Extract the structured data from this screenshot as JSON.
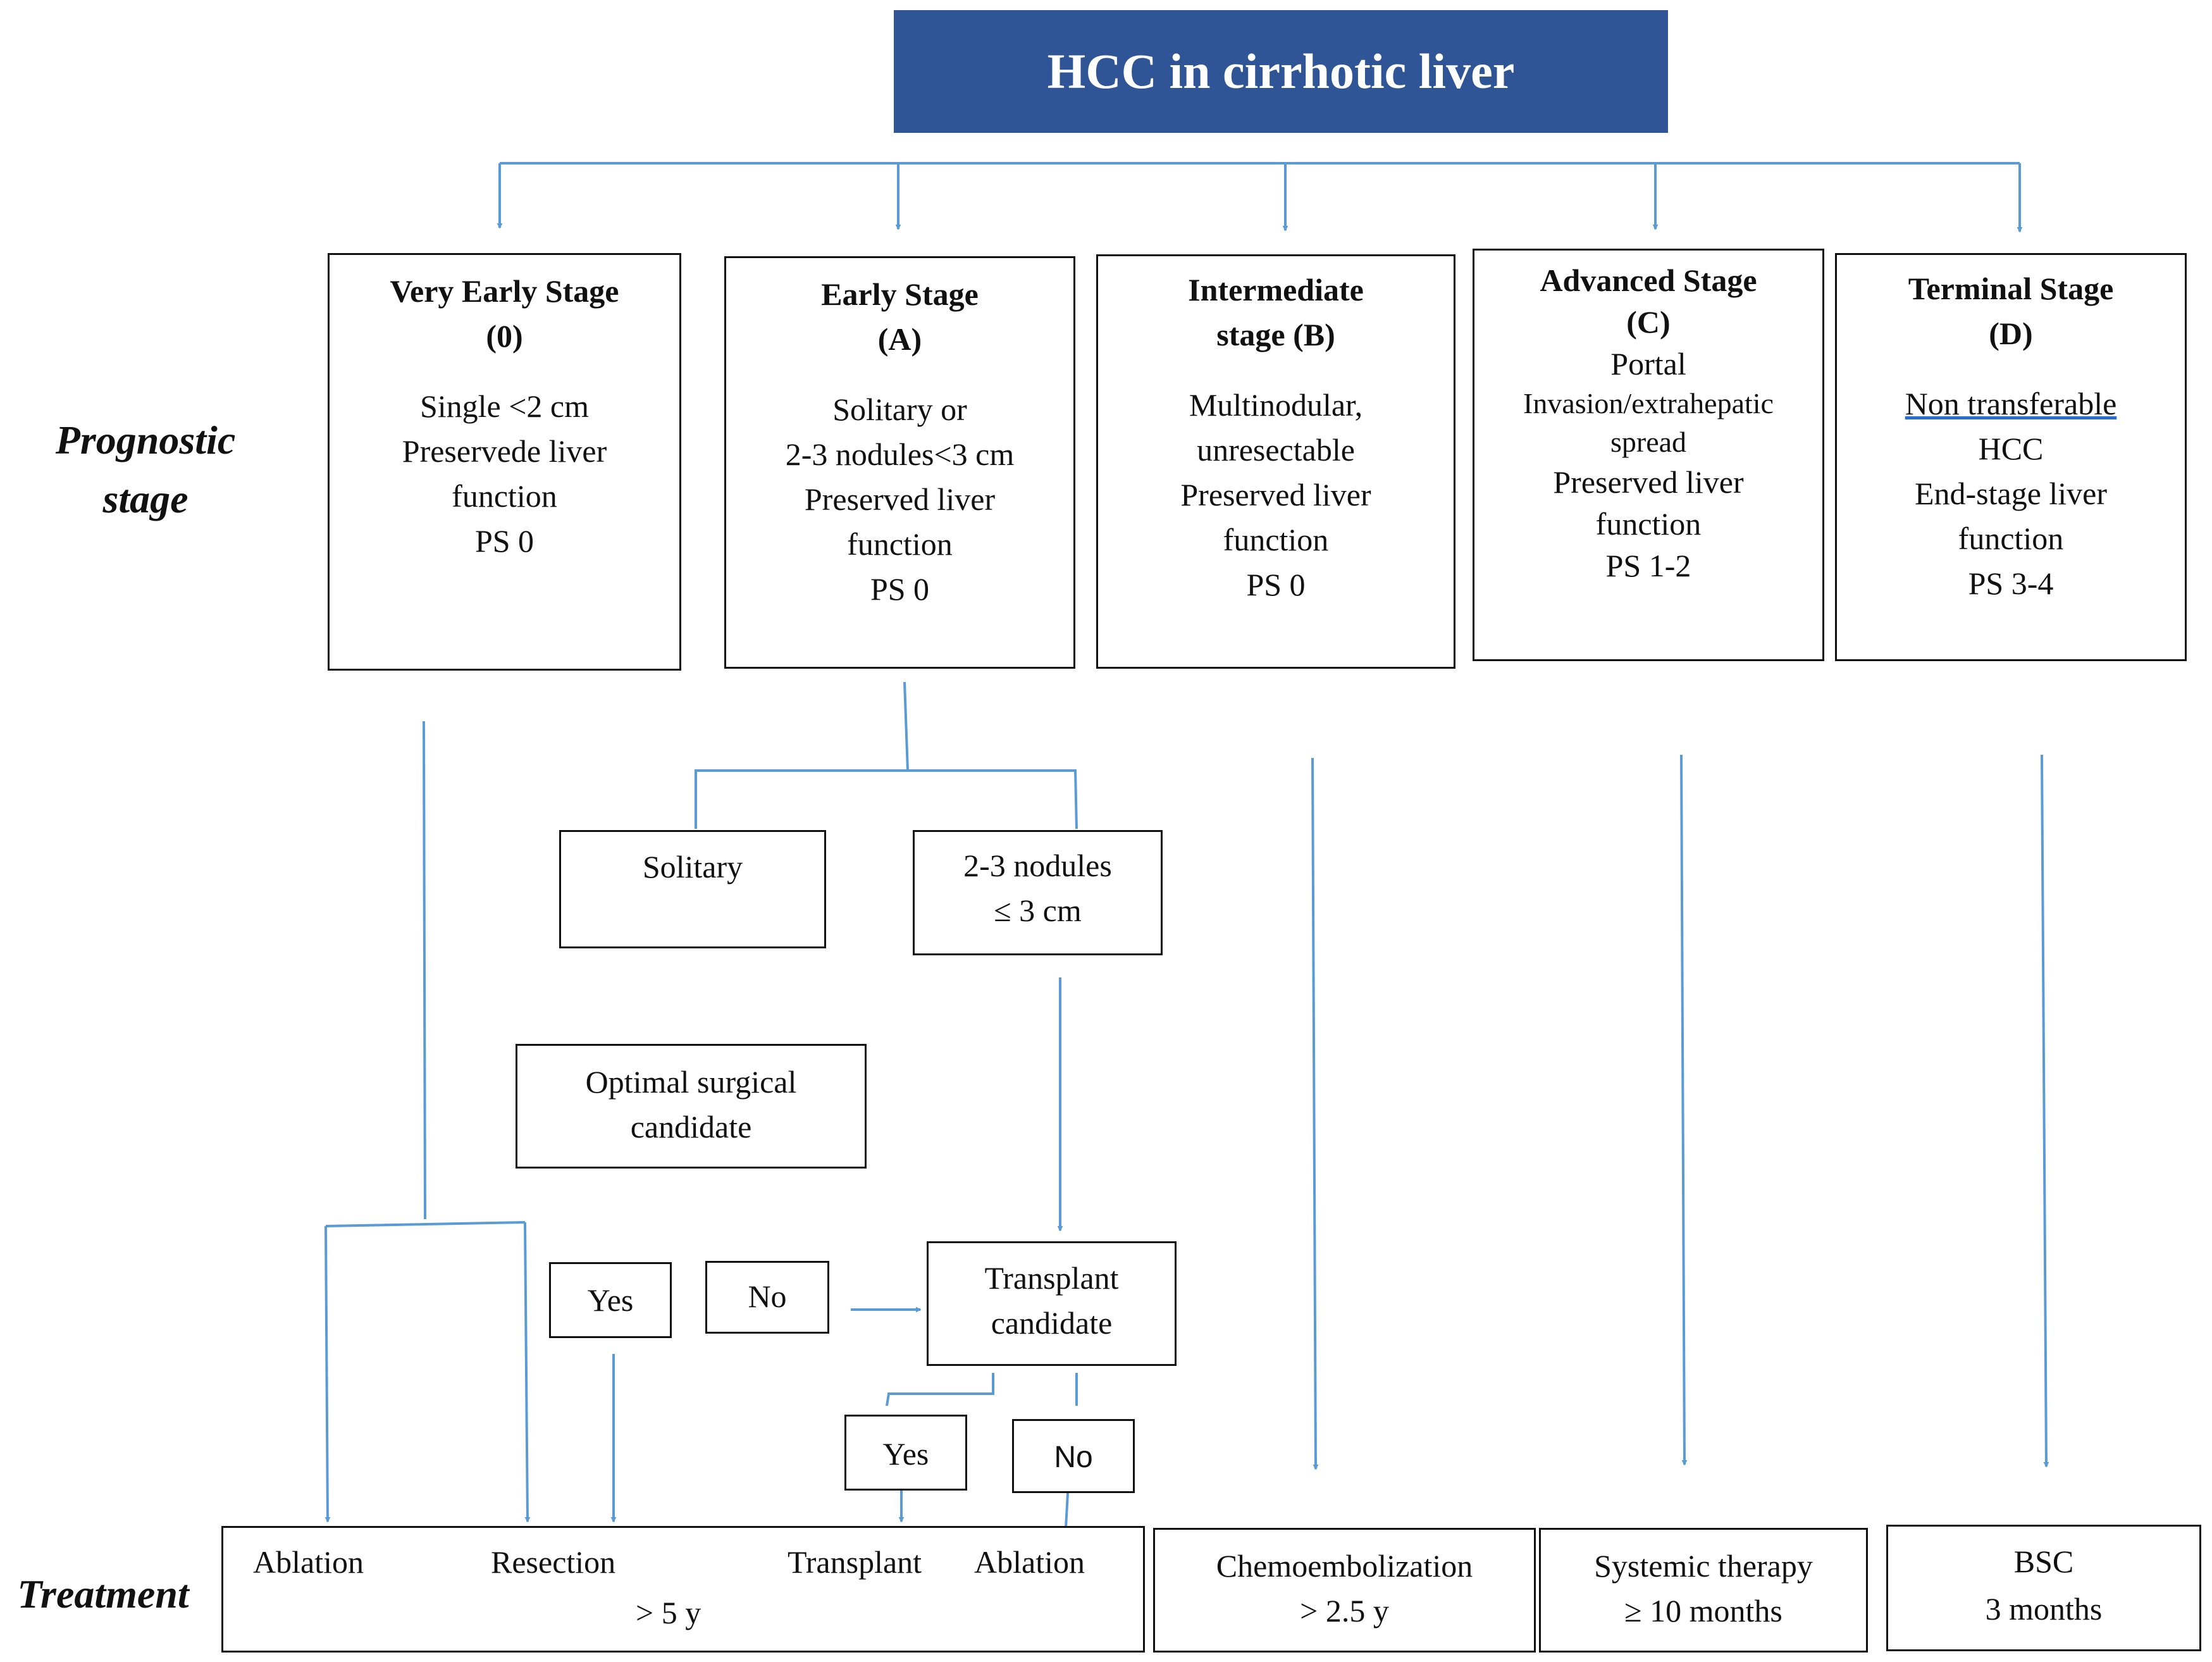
{
  "title": "HCC in cirrhotic liver",
  "side_labels": {
    "prognostic_line1": "Prognostic",
    "prognostic_line2": "stage",
    "treatment": "Treatment"
  },
  "stages": [
    {
      "title": [
        "Very Early Stage",
        "(0)"
      ],
      "lines": [
        "Single <2 cm",
        "Preservede liver",
        "function",
        "PS 0"
      ]
    },
    {
      "title": [
        "Early Stage",
        "(A)"
      ],
      "lines": [
        "Solitary or",
        "2-3 nodules<3 cm",
        "Preserved liver",
        "function",
        "PS 0"
      ]
    },
    {
      "title": [
        "Intermediate",
        "stage (B)"
      ],
      "lines": [
        "Multinodular,",
        "unresectable",
        "Preserved liver",
        "function",
        "PS 0"
      ]
    },
    {
      "title": [
        "Advanced Stage",
        "(C)"
      ],
      "lines": [
        "Portal",
        "Invasion/extrahepatic",
        "spread",
        "Preserved liver",
        "function",
        "PS 1-2"
      ]
    },
    {
      "title": [
        "Terminal Stage",
        "(D)"
      ],
      "lines": [
        "Non transferable",
        "HCC",
        "End-stage liver",
        "function",
        "PS 3-4"
      ]
    }
  ],
  "early_split": {
    "solitary": "Solitary",
    "nodules_line1": "2-3 nodules",
    "nodules_line2": "≤ 3 cm"
  },
  "decisions": {
    "optimal_line1": "Optimal surgical",
    "optimal_line2": "candidate",
    "yes": "Yes",
    "no": "No",
    "transplant_line1": "Transplant",
    "transplant_line2": "candidate",
    "yes2": "Yes",
    "no2": "No"
  },
  "treatments": {
    "ablation": "Ablation",
    "resection": "Resection",
    "transplant": "Transplant",
    "ablation2": "Ablation",
    "curative_survival": "> 5 y",
    "chemo": "Chemoembolization",
    "chemo_survival": "> 2.5 y",
    "systemic": "Systemic therapy",
    "systemic_survival": "≥ 10 months",
    "bsc": "BSC",
    "bsc_survival": "3 months"
  },
  "colors": {
    "header_bg": "#2f5597",
    "connector": "#5b9bd5",
    "box_border": "#111111"
  }
}
